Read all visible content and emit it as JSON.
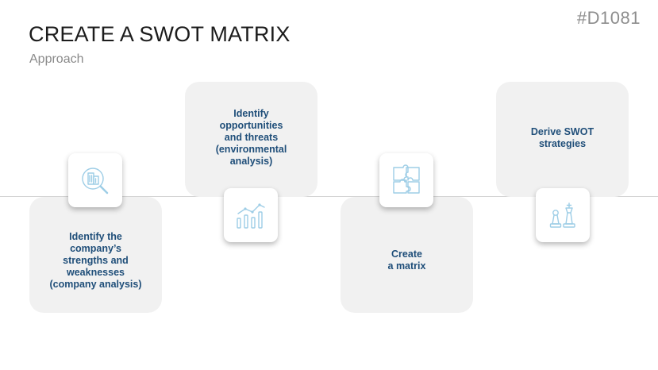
{
  "header": {
    "page_id": "#D1081",
    "title": "CREATE A SWOT MATRIX",
    "subtitle": "Approach"
  },
  "steps": [
    {
      "label": "Identify the\ncompany’s\nstrengths and\nweaknesses\n(company analysis)",
      "icon": "magnifier-building-icon",
      "position": "below"
    },
    {
      "label": "Identify\nopportunities\nand threats\n(environmental\nanalysis)",
      "icon": "bar-chart-icon",
      "position": "above"
    },
    {
      "label": "Create\na matrix",
      "icon": "puzzle-icon",
      "position": "below"
    },
    {
      "label": "Derive SWOT\nstrategies",
      "icon": "chess-pieces-icon",
      "position": "above"
    }
  ],
  "colors": {
    "label_text": "#1f4e79",
    "icon_stroke": "#9dcde6",
    "card_bg": "#f1f1f1",
    "divider": "#d4d4d4"
  }
}
